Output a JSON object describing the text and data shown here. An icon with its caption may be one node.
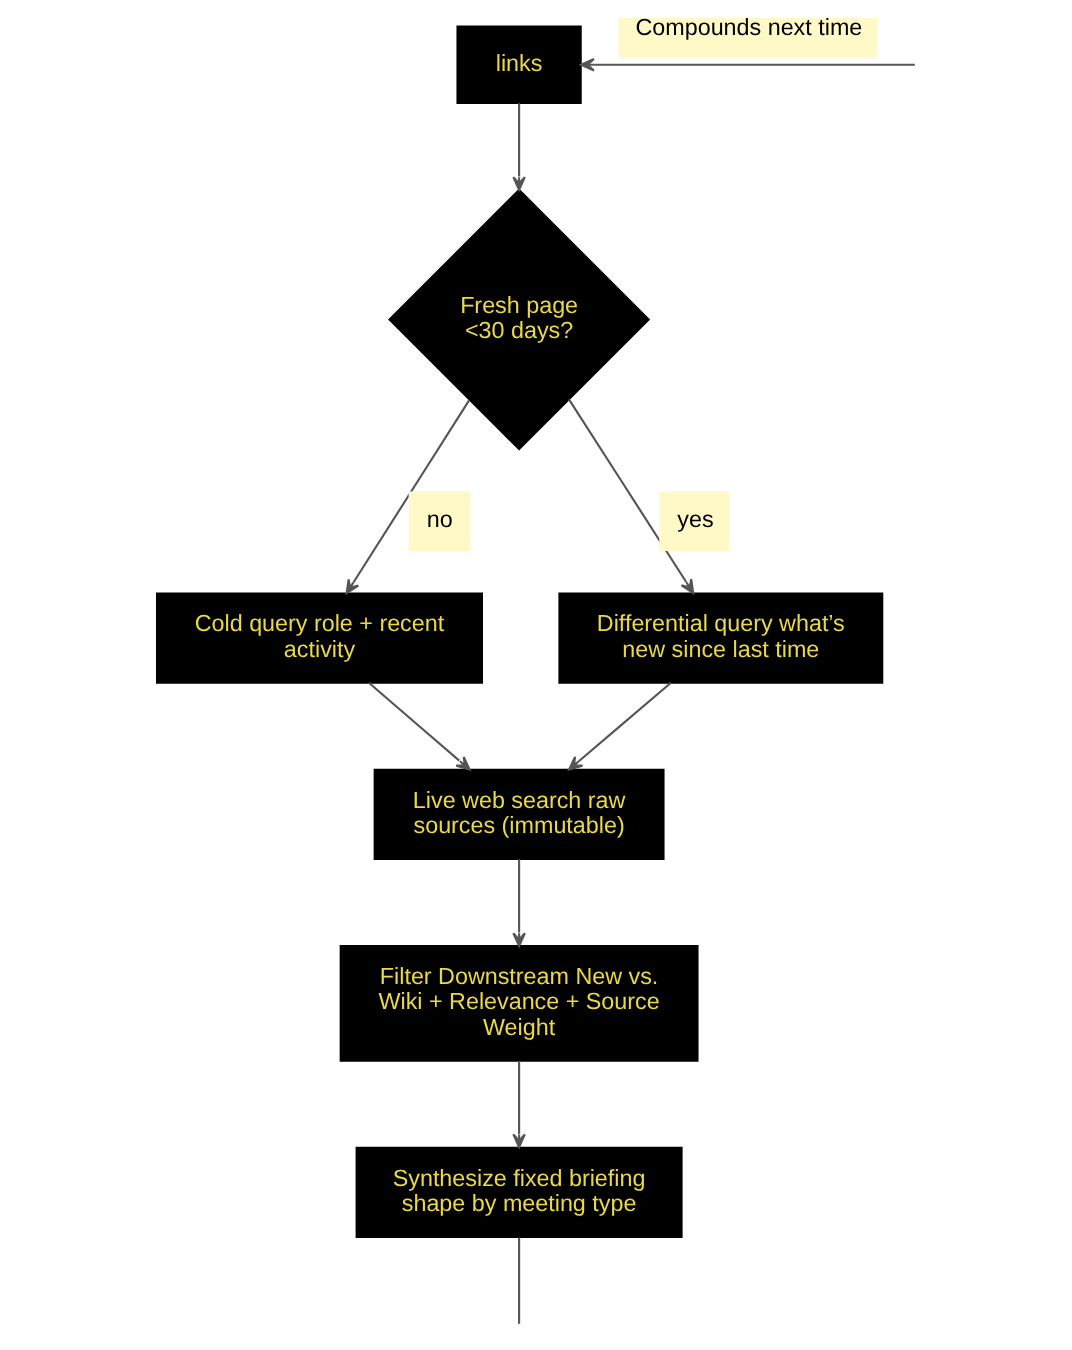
{
  "diagram": {
    "nodes": [
      {
        "text": [
          "links"
        ]
      },
      {
        "text": [
          "Fresh page <30 days?"
        ]
      },
      {
        "text": [
          "Cold query role + recent activity"
        ]
      },
      {
        "text": [
          "Differential query what’s new since last time"
        ]
      },
      {
        "text": [
          "Live web search raw sources (immutable)"
        ]
      },
      {
        "text": [
          "Filter Downstream New vs. Wiki + Relevance + Source Weight"
        ]
      },
      {
        "text": [
          "Synthesize fixed briefing shape by meeting type"
        ]
      }
    ],
    "edges": [
      {
        "from": 0,
        "to": 1,
        "arrow": "to"
      },
      {
        "from": 1,
        "to": 2,
        "arrow": "to",
        "label": "no"
      },
      {
        "from": 1,
        "to": 3,
        "arrow": "to",
        "label": "yes"
      },
      {
        "from": 2,
        "to": 4,
        "arrow": "to"
      },
      {
        "from": 3,
        "to": 4,
        "arrow": "to"
      },
      {
        "from": 4,
        "to": 5,
        "arrow": "to"
      },
      {
        "from": 5,
        "to": 6,
        "arrow": "to"
      },
      {
        "from": 6,
        "to": null,
        "arrow": "none"
      },
      {
        "from": null,
        "to": 0,
        "arrow": "to",
        "label": "Compounds next time"
      }
    ]
  }
}
